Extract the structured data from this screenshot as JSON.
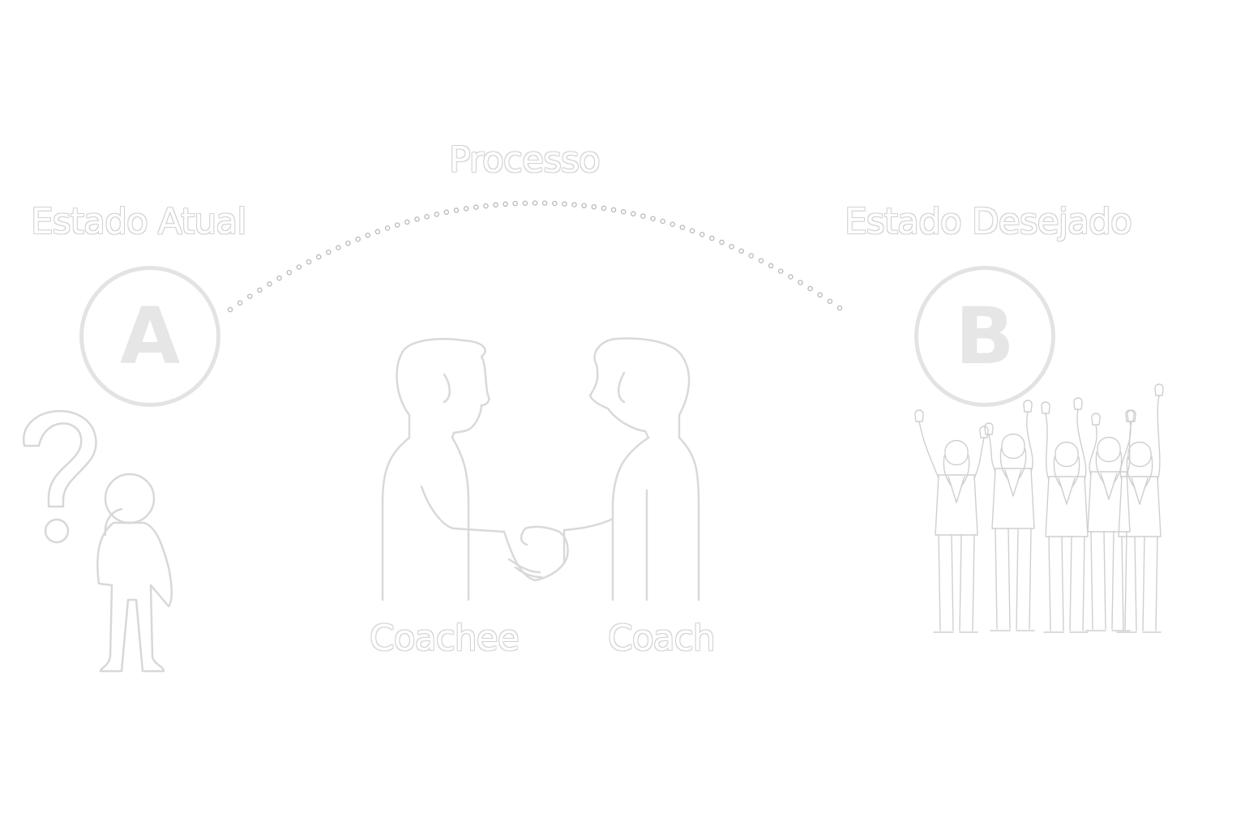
{
  "diagram": {
    "process_label": "Processo",
    "current_state_label": "Estado Atual",
    "desired_state_label": "Estado Desejado",
    "point_a": "A",
    "point_b": "B",
    "coachee_label": "Coachee",
    "coach_label": "Coach"
  },
  "colors": {
    "line": "#d6d6d6",
    "dots": "#bdbdbd",
    "marker": "#e3e3e3"
  }
}
